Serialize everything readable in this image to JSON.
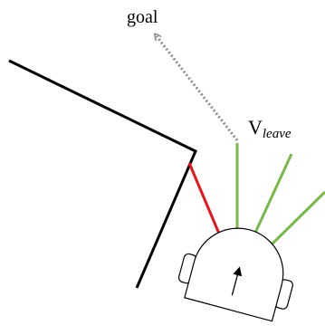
{
  "labels": {
    "goal": "goal",
    "v_leave_main": "V",
    "v_leave_sub": "leave"
  },
  "colors": {
    "wall": "#000000",
    "contact_ray": "#e8141c",
    "free_rays": "#78b84a",
    "goal_direction": "#8c8c8c",
    "robot_outline": "#000000",
    "background": "#ffffff"
  },
  "icons": {
    "goal_direction": "dotted-arrow-icon",
    "robot_heading": "arrow-up-icon"
  }
}
